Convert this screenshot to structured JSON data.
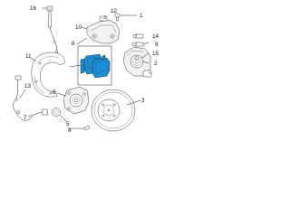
{
  "callouts": [
    {
      "id": "c1",
      "text": "16"
    },
    {
      "id": "c2",
      "text": "12"
    },
    {
      "id": "c3",
      "text": "1"
    },
    {
      "id": "c4",
      "text": "10"
    },
    {
      "id": "c5",
      "text": "8"
    },
    {
      "id": "c6",
      "text": "9"
    },
    {
      "id": "c7",
      "text": "14"
    },
    {
      "id": "c8",
      "text": "15"
    },
    {
      "id": "c9",
      "text": "2"
    },
    {
      "id": "c10",
      "text": "11"
    },
    {
      "id": "c11",
      "text": "13"
    },
    {
      "id": "c12",
      "text": "6"
    },
    {
      "id": "c13",
      "text": "7"
    },
    {
      "id": "c14",
      "text": "5"
    },
    {
      "id": "c15",
      "text": "3"
    },
    {
      "id": "c16",
      "text": "4"
    }
  ],
  "colors": {
    "highlight": "#1a8fd6",
    "lines": "#222222"
  }
}
